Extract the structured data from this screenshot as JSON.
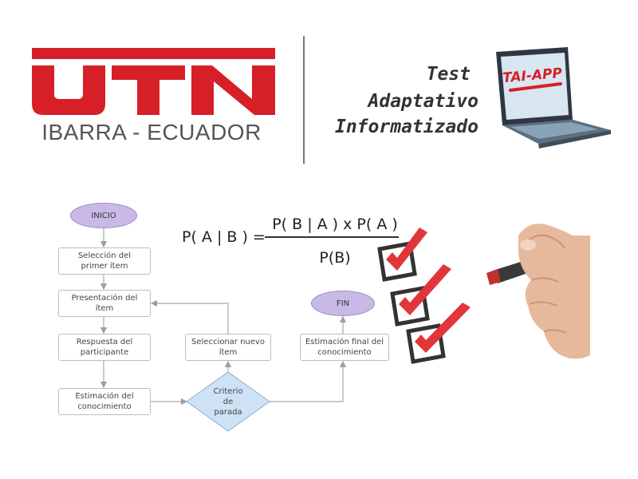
{
  "header": {
    "logo_letters": "UTN",
    "logo_subtitle": "IBARRA - ECUADOR",
    "title_lines": [
      "Test",
      "Adaptativo",
      "Informatizado"
    ],
    "laptop_label": "TAI-APP"
  },
  "formula": {
    "lhs": "P( A | B ) =",
    "numerator": "P( B | A ) x P( A )",
    "denominator": "P(B)"
  },
  "flowchart": {
    "start": "INICIO",
    "end": "FIN",
    "first_item_lines": [
      "Selección del",
      "primer ítem"
    ],
    "present_lines": [
      "Presentación del",
      "ítem"
    ],
    "response_lines": [
      "Respuesta del",
      "participante"
    ],
    "estimate_lines": [
      "Estimación del",
      "conocimiento"
    ],
    "new_item_lines": [
      "Seleccionar nuevo",
      "ítem"
    ],
    "final_estimate_lines": [
      "Estimación final del",
      "conocimiento"
    ],
    "decision_lines": [
      "Criterio",
      "de",
      "parada"
    ]
  },
  "colors": {
    "brand_red": "#d71f27",
    "terminal_fill": "#c9b9e6",
    "decision_fill": "#cfe1f5",
    "check_red": "#e0363a"
  },
  "icons": [
    "utn-logo",
    "laptop-icon",
    "checkbox-icon",
    "checkmark-icon",
    "hand-with-marker"
  ]
}
